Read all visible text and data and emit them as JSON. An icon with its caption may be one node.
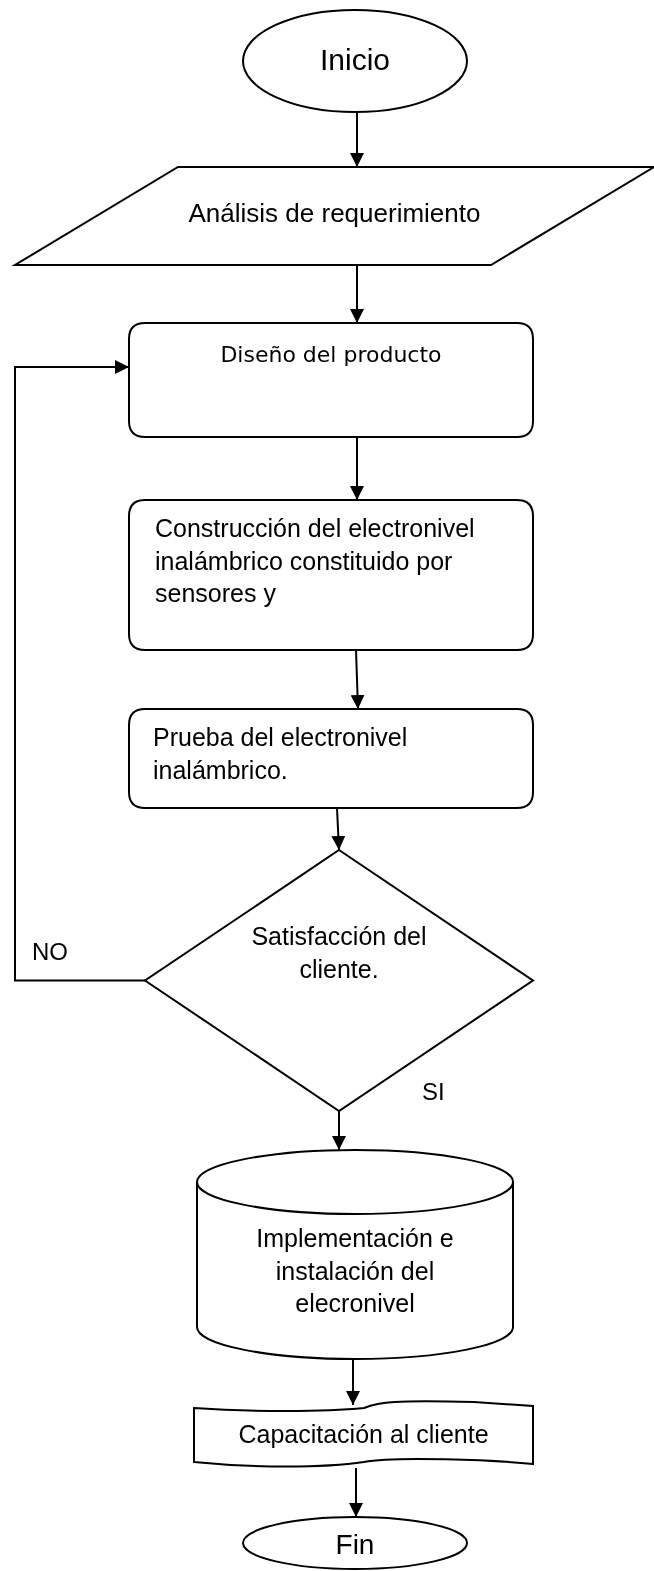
{
  "diagram": {
    "nodes": [
      {
        "text": [
          "Inicio"
        ]
      },
      {
        "text": [
          "Análisis de requerimiento"
        ]
      },
      {
        "text": [
          "Diseño del producto"
        ]
      },
      {
        "text": [
          "Construcción del electronivel inalámbrico constituido por sensores y"
        ]
      },
      {
        "text": [
          "Prueba del electronivel inalámbrico."
        ]
      },
      {
        "text": [
          "Satisfacción del cliente."
        ]
      },
      {
        "text": [
          "Implementación e instalación del elecronivel"
        ]
      },
      {
        "text": [
          "Capacitación al cliente"
        ]
      },
      {
        "text": [
          "Fin"
        ]
      }
    ],
    "edges": [
      {
        "from": 0,
        "to": 1,
        "arrow": "to"
      },
      {
        "from": 1,
        "to": 2,
        "arrow": "to"
      },
      {
        "from": 2,
        "to": 3,
        "arrow": "to"
      },
      {
        "from": 3,
        "to": 4,
        "arrow": "to"
      },
      {
        "from": 4,
        "to": 5,
        "arrow": "to"
      },
      {
        "from": 5,
        "to": 2,
        "arrow": "to",
        "label": "NO"
      },
      {
        "from": 5,
        "to": 6,
        "arrow": "to",
        "label": "SI"
      },
      {
        "from": 6,
        "to": 7,
        "arrow": "to"
      },
      {
        "from": 7,
        "to": 8,
        "arrow": "to"
      }
    ]
  }
}
